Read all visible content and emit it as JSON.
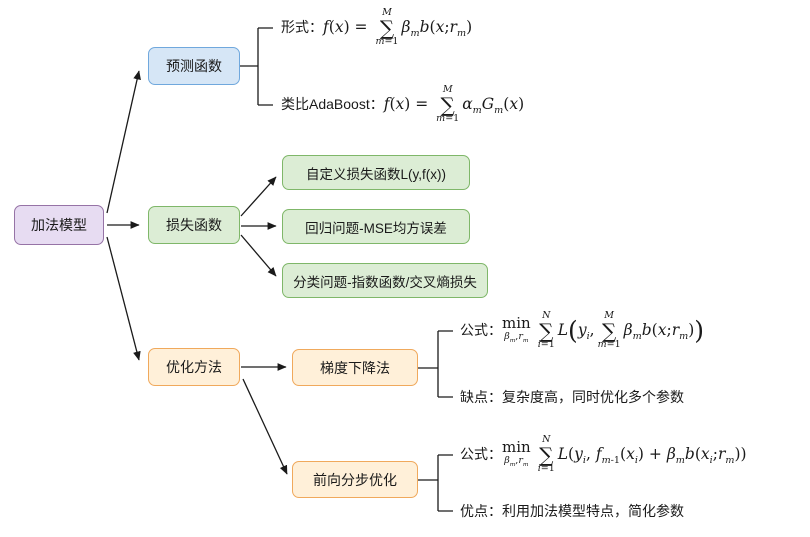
{
  "colors": {
    "root_fill": "#e7dcf2",
    "root_border": "#9673a6",
    "blue_fill": "#d6e6f6",
    "blue_border": "#70a8dd",
    "green_fill": "#dcedd5",
    "green_border": "#7fb769",
    "orange_fill": "#fff0d9",
    "orange_border": "#f0a95c",
    "line": "#1a1a1a"
  },
  "root": {
    "label": "加法模型"
  },
  "prediction": {
    "label": "预测函数",
    "form_html": "形式：<span class='mx'><i>f</i>(<i>x</i>) = <span class='sum'><span class='sl'><i>M</i></span><span class='sg'>∑</span><span class='sl'><i>m</i>=1</span></span><i>β</i><sub><i>m</i></sub><i>b</i>(<i>x</i>;<i>r</i><sub><i>m</i></sub>)</span>",
    "adaboost_html": "类比AdaBoost：<span class='mx'><i>f</i>(<i>x</i>) = <span class='sum'><span class='sl'><i>M</i></span><span class='sg'>∑</span><span class='sl'><i>m</i>=1</span></span><i>α</i><sub><i>m</i></sub><i>G</i><sub><i>m</i></sub>(<i>x</i>)</span>"
  },
  "loss": {
    "label": "损失函数",
    "custom": "自定义损失函数L(y,f(x))",
    "regression": "回归问题-MSE均方误差",
    "classification": "分类问题-指数函数/交叉熵损失"
  },
  "optimize": {
    "label": "优化方法",
    "gradient": {
      "label": "梯度下降法",
      "formula_html": "公式：<span class='mx'><span class='munder'><span class='mtop'>min</span><span class='mbot'><i>β</i><sub><i>m</i></sub>,<i>r</i><sub><i>m</i></sub></span></span><span class='sum'><span class='sl'><i>N</i></span><span class='sg'>∑</span><span class='sl'><i>i</i>=1</span></span><i>L</i><span class='bp'>(</span><i>y</i><sub><i>i</i></sub>,<span class='sum'><span class='sl'><i>M</i></span><span class='sg'>∑</span><span class='sl'><i>m</i>=1</span></span><i>β</i><sub><i>m</i></sub><i>b</i>(<i>x</i>;<i>r</i><sub><i>m</i></sub>)<span class='bp'>)</span></span>",
      "con": "缺点：复杂度高，同时优化多个参数"
    },
    "forward": {
      "label": "前向分步优化",
      "formula_html": "公式：<span class='mx'><span class='munder'><span class='mtop'>min</span><span class='mbot'><i>β</i><sub><i>m</i></sub>,<i>r</i><sub><i>m</i></sub></span></span><span class='sum'><span class='sl'><i>N</i></span><span class='sg'>∑</span><span class='sl'><i>i</i>=1</span></span><i>L</i>(<i>y</i><sub><i>i</i></sub>, <i>f</i><sub><i>m</i>-1</sub>(<i>x</i><sub><i>i</i></sub>) + <i>β</i><sub><i>m</i></sub><i>b</i>(<i>x</i><sub><i>i</i></sub>;<i>r</i><sub><i>m</i></sub>))</span>",
      "pro": "优点：利用加法模型特点，简化参数"
    }
  }
}
